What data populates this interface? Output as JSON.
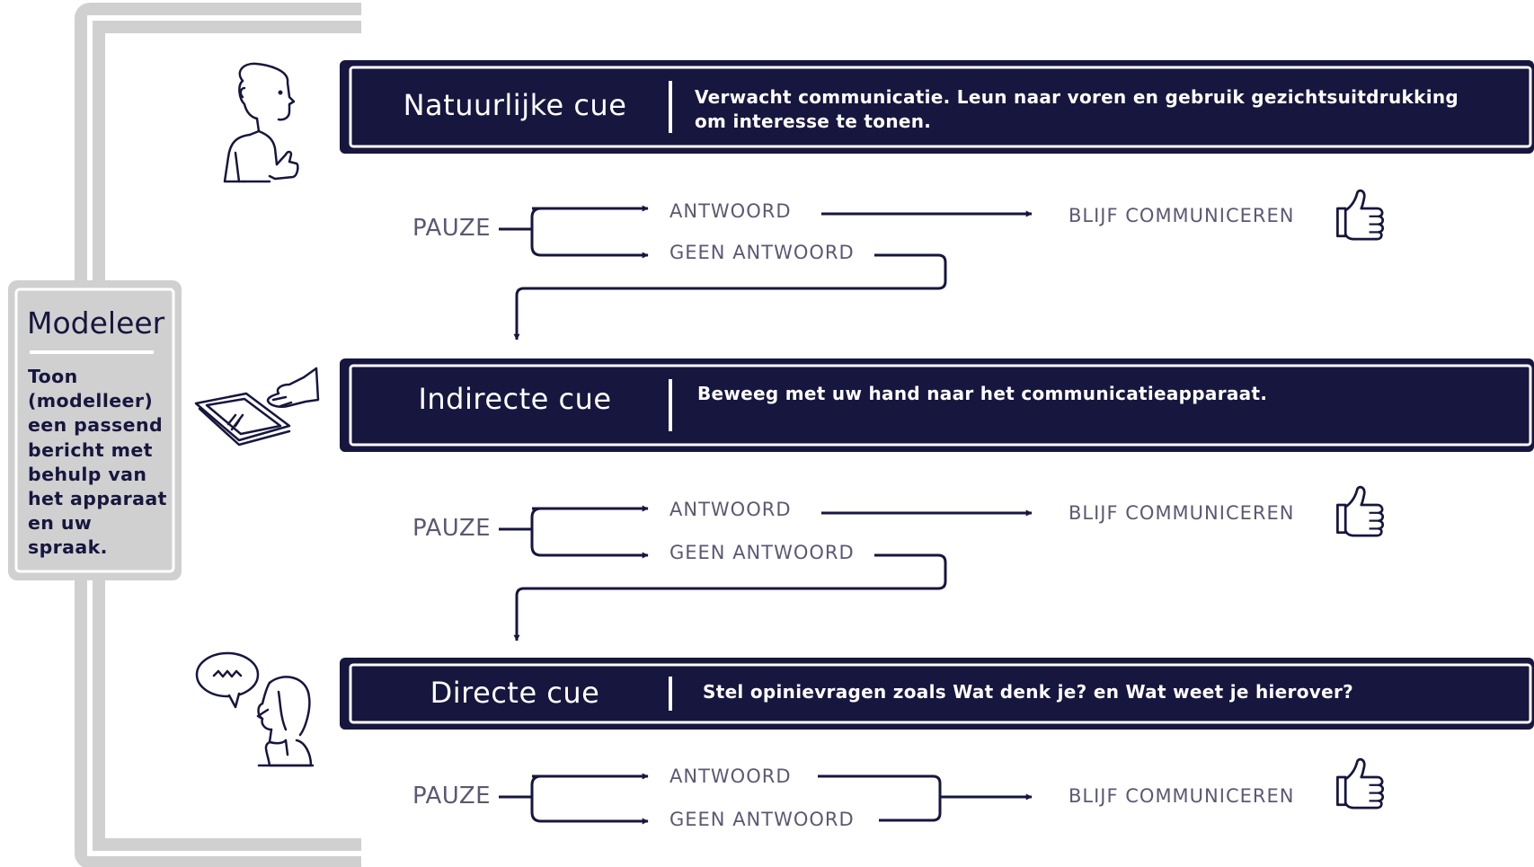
{
  "colors": {
    "navy": "#17163f",
    "grey_frame": "#d0d0d0",
    "text_grey": "#5c5873"
  },
  "model": {
    "title": "Modeleer",
    "body": "Toon (modelleer) een passend bericht met behulp van het apparaat en uw spraak."
  },
  "cues": [
    {
      "title": "Natuurlijke cue",
      "desc": "Verwacht communicatie. Leun naar voren en gebruik gezichtsuitdrukking om interesse te tonen.",
      "icon": "person-thumbs-up-icon"
    },
    {
      "title": "Indirecte cue",
      "desc": "Beweeg met uw hand naar het communicatieapparaat.",
      "icon": "hand-tablet-icon"
    },
    {
      "title": "Directe cue",
      "desc": "Stel opinievragen zoals Wat denk je? en Wat weet je hierover?",
      "icon": "person-speech-bubble-icon"
    }
  ],
  "flows": [
    {
      "pause": "PAUZE",
      "answer": "ANTWOORD",
      "no_answer": "GEEN ANTWOORD",
      "result": "BLIJF COMMUNICEREN",
      "result_icon": "thumbs-up-icon"
    },
    {
      "pause": "PAUZE",
      "answer": "ANTWOORD",
      "no_answer": "GEEN ANTWOORD",
      "result": "BLIJF COMMUNICEREN",
      "result_icon": "thumbs-up-icon"
    },
    {
      "pause": "PAUZE",
      "answer": "ANTWOORD",
      "no_answer": "GEEN ANTWOORD",
      "result": "BLIJF COMMUNICEREN",
      "result_icon": "thumbs-up-icon"
    }
  ]
}
